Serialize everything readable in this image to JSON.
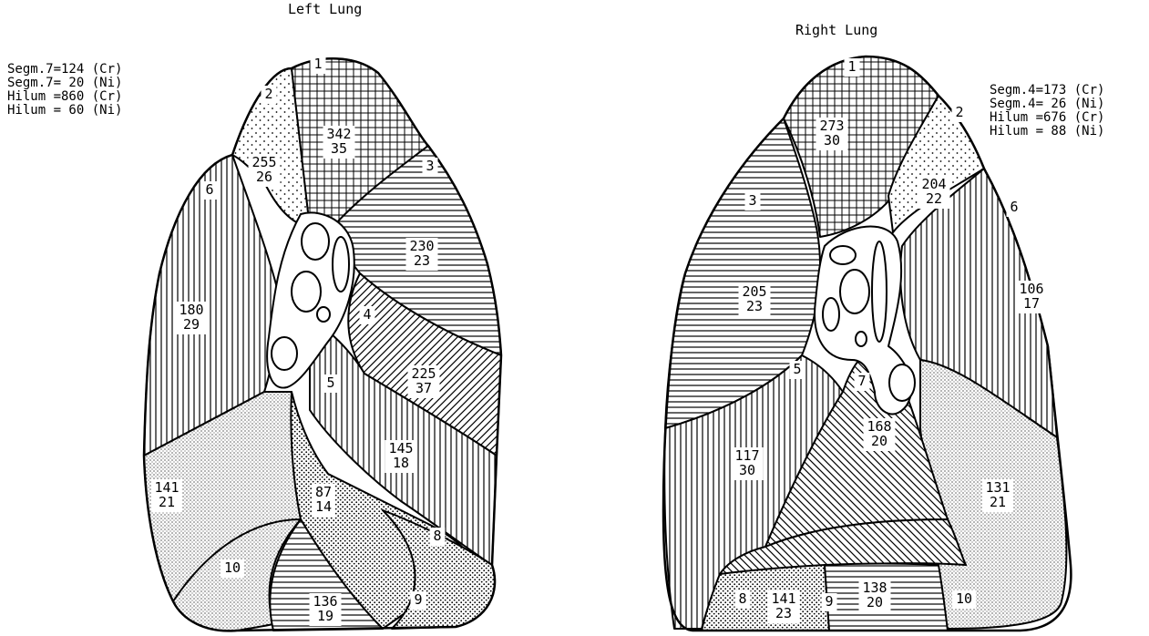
{
  "left": {
    "title": "Left Lung",
    "legend": [
      "Segm.7=124 (Cr)",
      "Segm.7= 20 (Ni)",
      "Hilum =860 (Cr)",
      "Hilum = 60 (Ni)"
    ],
    "segments": [
      {
        "no": "1",
        "cr": "342",
        "ni": "35"
      },
      {
        "no": "2",
        "cr": "255",
        "ni": "26"
      },
      {
        "no": "3",
        "cr": "230",
        "ni": "23"
      },
      {
        "no": "4",
        "cr": "225",
        "ni": "37"
      },
      {
        "no": "5",
        "cr": "145",
        "ni": "18"
      },
      {
        "no": "6",
        "cr": "180",
        "ni": "29"
      },
      {
        "no": "8",
        "cr": "87",
        "ni": "14"
      },
      {
        "no": "9",
        "cr": "136",
        "ni": "19"
      },
      {
        "no": "10",
        "cr": "141",
        "ni": "21"
      }
    ]
  },
  "right": {
    "title": "Right Lung",
    "legend": [
      "Segm.4=173 (Cr)",
      "Segm.4= 26 (Ni)",
      "Hilum =676 (Cr)",
      "Hilum = 88 (Ni)"
    ],
    "segments": [
      {
        "no": "1",
        "cr": "273",
        "ni": "30"
      },
      {
        "no": "2",
        "cr": "204",
        "ni": "22"
      },
      {
        "no": "3",
        "cr": "205",
        "ni": "23"
      },
      {
        "no": "5",
        "cr": "117",
        "ni": "30"
      },
      {
        "no": "6",
        "cr": "106",
        "ni": "17"
      },
      {
        "no": "7",
        "cr": "168",
        "ni": "20"
      },
      {
        "no": "8",
        "cr": "141",
        "ni": "23"
      },
      {
        "no": "9",
        "cr": "138",
        "ni": "20"
      },
      {
        "no": "10",
        "cr": "131",
        "ni": "21"
      }
    ]
  }
}
